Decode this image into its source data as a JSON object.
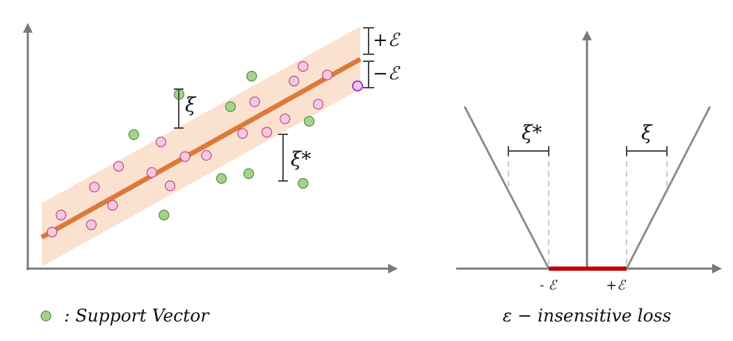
{
  "left_panel": {
    "band_labels": {
      "upper": "+ℰ",
      "lower": "−ℰ"
    },
    "slack_labels": {
      "xi": "ξ",
      "xi_star": "ξ*"
    },
    "legend_text": ": Support Vector",
    "points": [
      {
        "x": 0.4,
        "y": 1.5,
        "kind": "regular"
      },
      {
        "x": 0.55,
        "y": 2.2,
        "kind": "regular"
      },
      {
        "x": 1.05,
        "y": 1.8,
        "kind": "regular"
      },
      {
        "x": 1.1,
        "y": 3.35,
        "kind": "regular"
      },
      {
        "x": 1.4,
        "y": 2.6,
        "kind": "regular"
      },
      {
        "x": 1.5,
        "y": 4.2,
        "kind": "regular"
      },
      {
        "x": 2.05,
        "y": 3.95,
        "kind": "regular"
      },
      {
        "x": 2.2,
        "y": 5.2,
        "kind": "regular"
      },
      {
        "x": 2.35,
        "y": 3.4,
        "kind": "regular"
      },
      {
        "x": 2.6,
        "y": 4.6,
        "kind": "regular"
      },
      {
        "x": 2.95,
        "y": 4.65,
        "kind": "regular"
      },
      {
        "x": 3.55,
        "y": 5.55,
        "kind": "regular"
      },
      {
        "x": 3.75,
        "y": 6.85,
        "kind": "regular"
      },
      {
        "x": 3.95,
        "y": 5.6,
        "kind": "regular"
      },
      {
        "x": 4.25,
        "y": 6.15,
        "kind": "regular"
      },
      {
        "x": 4.4,
        "y": 7.7,
        "kind": "regular"
      },
      {
        "x": 4.55,
        "y": 8.3,
        "kind": "regular"
      },
      {
        "x": 4.8,
        "y": 6.75,
        "kind": "regular"
      },
      {
        "x": 4.95,
        "y": 7.95,
        "kind": "regular"
      },
      {
        "x": 5.45,
        "y": 7.5,
        "kind": "regular-outlined"
      },
      {
        "x": 1.75,
        "y": 5.5,
        "kind": "support"
      },
      {
        "x": 2.25,
        "y": 2.2,
        "kind": "support"
      },
      {
        "x": 2.5,
        "y": 7.15,
        "kind": "support"
      },
      {
        "x": 3.2,
        "y": 3.7,
        "kind": "support"
      },
      {
        "x": 3.35,
        "y": 6.65,
        "kind": "support"
      },
      {
        "x": 3.65,
        "y": 3.9,
        "kind": "support"
      },
      {
        "x": 3.7,
        "y": 7.9,
        "kind": "support"
      },
      {
        "x": 4.55,
        "y": 3.5,
        "kind": "support"
      },
      {
        "x": 4.65,
        "y": 6.05,
        "kind": "support"
      }
    ],
    "colors": {
      "regular_fill": "#f7c6df",
      "regular_stroke": "#b24d82",
      "support_fill": "#a6d38c",
      "support_stroke": "#4f8c3a",
      "highlight_stroke": "#8a2be2",
      "regression_line": "#db7b3a",
      "tube": "#fbe1d0",
      "axes": "#7a7a7a"
    }
  },
  "right_panel": {
    "tick_labels": {
      "minus": "- ℰ",
      "plus": "+ℰ"
    },
    "slack_labels": {
      "xi_star": "ξ*",
      "xi": "ξ"
    },
    "title": "ε − insensitive loss",
    "colors": {
      "zero_region": "#c00000",
      "loss_line": "#8c8c8c",
      "dashed": "#c8c8c8",
      "axes": "#7a7a7a"
    }
  }
}
